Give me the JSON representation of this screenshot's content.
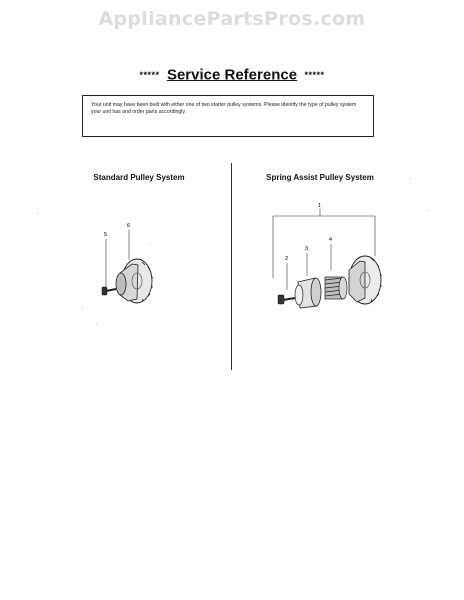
{
  "watermark": "AppliancePartsPros.com",
  "header": {
    "stars_left": "*****",
    "title": "Service Reference",
    "stars_right": "*****"
  },
  "notice": {
    "text": "Your unit may have been built with either one of two starter pulley systems. Please identify the type of pulley system your unit has and order parts accordingly."
  },
  "standard": {
    "heading": "Standard Pulley System",
    "callouts": [
      "5",
      "6"
    ]
  },
  "spring_assist": {
    "heading": "Spring Assist Pulley System",
    "callouts": [
      "1",
      "2",
      "3",
      "4"
    ]
  }
}
